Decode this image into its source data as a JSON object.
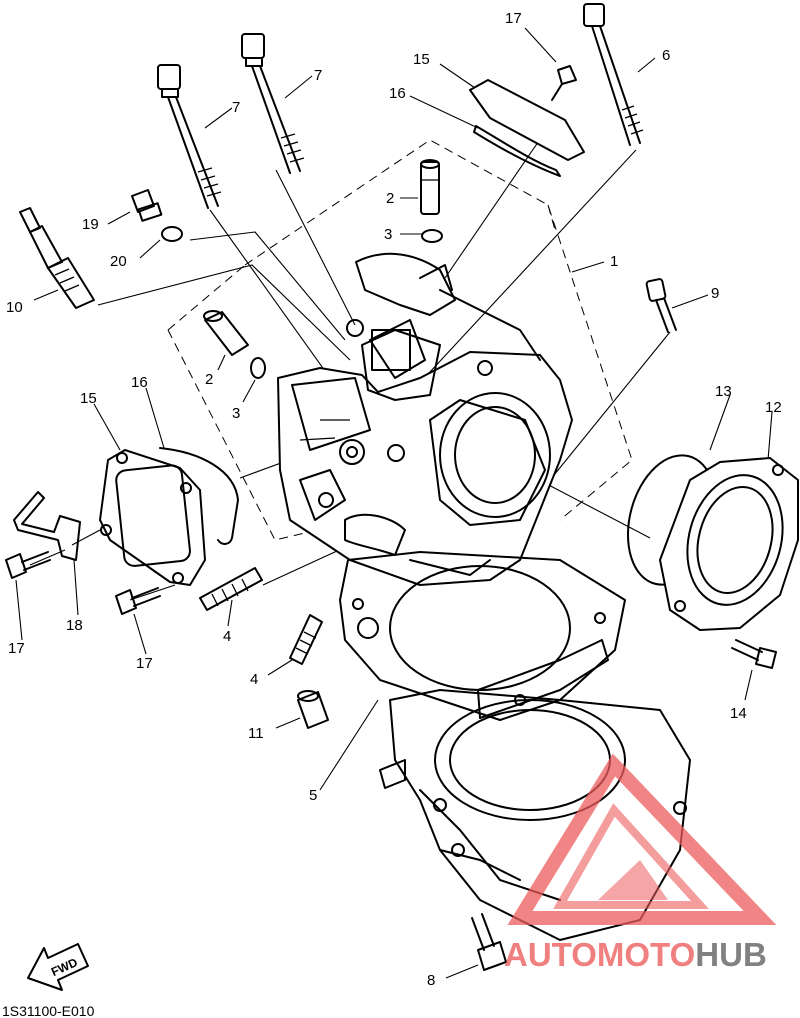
{
  "diagram": {
    "drawing_code": "1S31100-E010",
    "direction_arrow_label": "FWD",
    "callouts": [
      {
        "id": "c1",
        "text": "1"
      },
      {
        "id": "c2a",
        "text": "2"
      },
      {
        "id": "c2b",
        "text": "2"
      },
      {
        "id": "c3a",
        "text": "3"
      },
      {
        "id": "c3b",
        "text": "3"
      },
      {
        "id": "c4a",
        "text": "4"
      },
      {
        "id": "c4b",
        "text": "4"
      },
      {
        "id": "c5",
        "text": "5"
      },
      {
        "id": "c6",
        "text": "6"
      },
      {
        "id": "c7a",
        "text": "7"
      },
      {
        "id": "c7b",
        "text": "7"
      },
      {
        "id": "c8",
        "text": "8"
      },
      {
        "id": "c9",
        "text": "9"
      },
      {
        "id": "c10",
        "text": "10"
      },
      {
        "id": "c11",
        "text": "11"
      },
      {
        "id": "c12",
        "text": "12"
      },
      {
        "id": "c13",
        "text": "13"
      },
      {
        "id": "c14",
        "text": "14"
      },
      {
        "id": "c15a",
        "text": "15"
      },
      {
        "id": "c15b",
        "text": "15"
      },
      {
        "id": "c16a",
        "text": "16"
      },
      {
        "id": "c16b",
        "text": "16"
      },
      {
        "id": "c17a",
        "text": "17"
      },
      {
        "id": "c17b",
        "text": "17"
      },
      {
        "id": "c17c",
        "text": "17"
      },
      {
        "id": "c18",
        "text": "18"
      },
      {
        "id": "c19",
        "text": "19"
      },
      {
        "id": "c20",
        "text": "20"
      }
    ]
  },
  "watermark": {
    "part1": "AUTOMOTO",
    "part2": "HUB",
    "color_red": "#ec5b5b",
    "color_gray": "#6b6b6b"
  }
}
